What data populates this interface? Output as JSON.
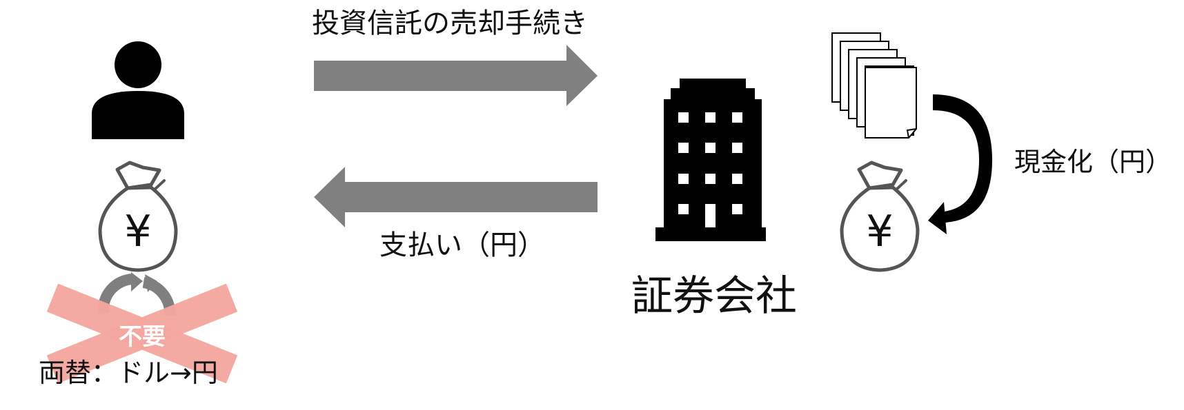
{
  "labels": {
    "sell_procedure": "投資信託の売却手続き",
    "payment": "支払い（円）",
    "securities_company": "証券会社",
    "cash_conversion": "現金化（円）",
    "exchange": "両替：ドル→円",
    "not_needed": "不要"
  },
  "symbols": {
    "yen": "¥"
  },
  "icons": [
    "person-icon",
    "money-bag-icon",
    "building-icon",
    "documents-icon",
    "curved-arrow-icon",
    "cycle-arrows-icon",
    "cross-mark-icon"
  ],
  "colors": {
    "arrow_gray": "#808080",
    "icon_black": "#000000",
    "bag_stroke": "#595959",
    "cross_pink": "#f4a6a0"
  }
}
